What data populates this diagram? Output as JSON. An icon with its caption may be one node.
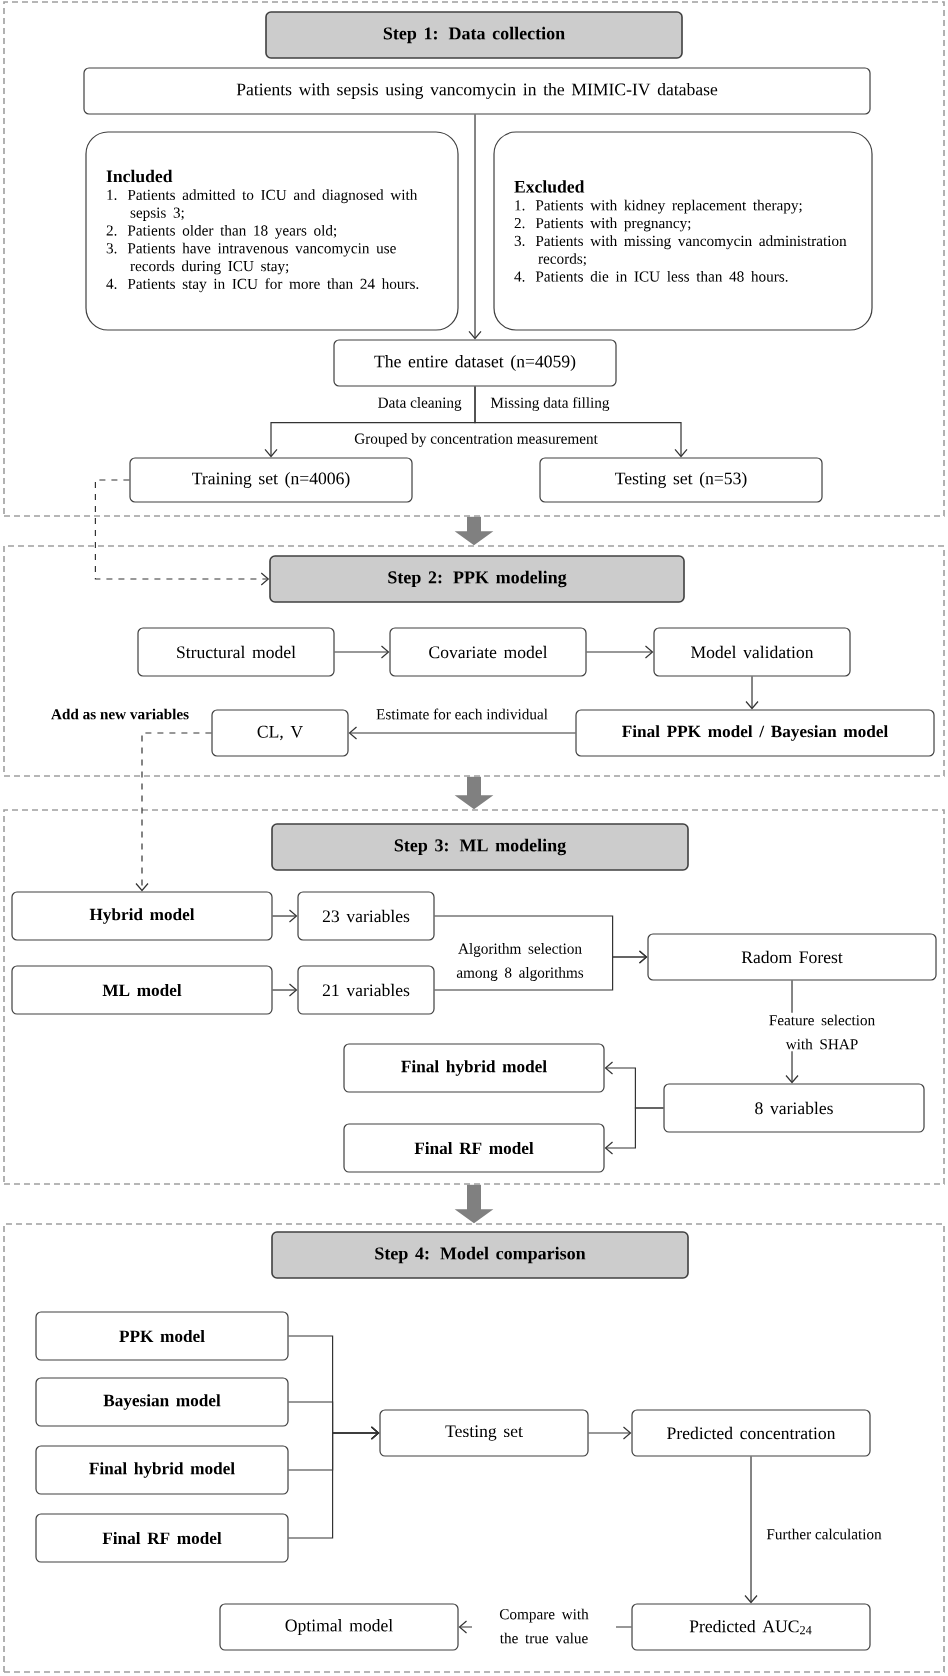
{
  "diagram": {
    "nodes": [
      {
        "text": [],
        "shape": "box"
      },
      {
        "text": [
          "Step 1: Data collection"
        ],
        "in": 0
      },
      {
        "text": [
          "Patients with sepsis using vancomycin in the MIMIC-IV database"
        ],
        "in": 0
      },
      {
        "text": [
          "Included",
          "1. Patients admitted to ICU and diagnosed with sepsis 3;",
          "2. Patients older than 18 years old;",
          "3. Patients have intravenous vancomycin use records during ICU stay;",
          "4. Patients stay in ICU for more than 24 hours."
        ],
        "in": 0
      },
      {
        "text": [
          "Excluded",
          "1. Patients with kidney replacement therapy;",
          "2. Patients with pregnancy;",
          "3. Patients with missing vancomycin administration records;",
          "4. Patients die in ICU less than 48 hours."
        ],
        "in": 0
      },
      {
        "text": [
          "The entire dataset (n=4059)"
        ],
        "in": 0
      },
      {
        "text": [
          "Training set (n=4006)"
        ],
        "in": 0
      },
      {
        "text": [
          "Testing set (n=53)"
        ],
        "in": 0
      },
      {
        "text": [],
        "shape": "box"
      },
      {
        "text": [
          "Step 2: PPK modeling"
        ],
        "in": 8
      },
      {
        "text": [
          "Structural model"
        ],
        "in": 8
      },
      {
        "text": [
          "Covariate model"
        ],
        "in": 8
      },
      {
        "text": [
          "Model validation"
        ],
        "in": 8
      },
      {
        "text": [
          "Final PPK model / Bayesian model"
        ],
        "in": 8
      },
      {
        "text": [
          "CL, V"
        ],
        "in": 8
      },
      {
        "text": [],
        "shape": "box"
      },
      {
        "text": [
          "Step 3: ML modeling"
        ],
        "in": 15
      },
      {
        "text": [
          "Hybrid model"
        ],
        "in": 15
      },
      {
        "text": [
          "23 variables"
        ],
        "in": 15
      },
      {
        "text": [
          "ML model"
        ],
        "in": 15
      },
      {
        "text": [
          "21 variables"
        ],
        "in": 15
      },
      {
        "text": [
          "Radom Forest"
        ],
        "in": 15
      },
      {
        "text": [
          "8 variables"
        ],
        "in": 15
      },
      {
        "text": [
          "Final hybrid model"
        ],
        "in": 15
      },
      {
        "text": [
          "Final RF model"
        ],
        "in": 15
      },
      {
        "text": [],
        "shape": "box"
      },
      {
        "text": [
          "Step 4: Model comparison"
        ],
        "in": 25
      },
      {
        "text": [
          "PPK model"
        ],
        "in": 25
      },
      {
        "text": [
          "Bayesian model"
        ],
        "in": 25
      },
      {
        "text": [
          "Final hybrid model"
        ],
        "in": 25
      },
      {
        "text": [
          "Final RF model"
        ],
        "in": 25
      },
      {
        "text": [
          "Testing set"
        ],
        "in": 25
      },
      {
        "text": [
          "Predicted concentration"
        ],
        "in": 25
      },
      {
        "text": [
          "Predicted AUC$_{24}$"
        ],
        "in": 25
      },
      {
        "text": [
          "Optimal model"
        ],
        "in": 25
      }
    ],
    "edges": [
      {
        "from": 2,
        "to": 5,
        "arrow": "to"
      },
      {
        "from": 5,
        "to": 6,
        "arrow": "to"
      },
      {
        "from": 5,
        "to": 7,
        "arrow": "to"
      },
      {
        "from": 6,
        "to": 9,
        "arrow": "to",
        "style": "dashed"
      },
      {
        "from": 10,
        "to": 11,
        "arrow": "to"
      },
      {
        "from": 11,
        "to": 12,
        "arrow": "to"
      },
      {
        "from": 12,
        "to": 13,
        "arrow": "to"
      },
      {
        "from": 13,
        "to": 14,
        "arrow": "to",
        "label": "Estimate for each individual"
      },
      {
        "from": 14,
        "to": 17,
        "arrow": "to",
        "style": "dashed",
        "label": "Add as new variables"
      },
      {
        "from": 17,
        "to": 18,
        "arrow": "to"
      },
      {
        "from": 19,
        "to": 20,
        "arrow": "to"
      },
      {
        "from": 18,
        "to": 21,
        "arrow": "to",
        "label": "Algorithm selection among 8 algorithms"
      },
      {
        "from": 20,
        "to": 21,
        "arrow": "to"
      },
      {
        "from": 21,
        "to": 22,
        "arrow": "to",
        "label": "Feature selection with SHAP"
      },
      {
        "from": 22,
        "to": 23,
        "arrow": "to"
      },
      {
        "from": 22,
        "to": 24,
        "arrow": "to"
      },
      {
        "from": 27,
        "to": 31,
        "arrow": "to"
      },
      {
        "from": 28,
        "to": 31,
        "arrow": "to"
      },
      {
        "from": 29,
        "to": 31,
        "arrow": "to"
      },
      {
        "from": 30,
        "to": 31,
        "arrow": "to"
      },
      {
        "from": 31,
        "to": 32,
        "arrow": "to"
      },
      {
        "from": 32,
        "to": 33,
        "arrow": "to",
        "label": "Further calculation"
      },
      {
        "from": 33,
        "to": 34,
        "arrow": "to",
        "label": "Compare with the true value"
      },
      {
        "from": 0,
        "to": 8,
        "arrow": "to",
        "style": "thick",
        "color": "#808080"
      },
      {
        "from": 8,
        "to": 15,
        "arrow": "to",
        "style": "thick",
        "color": "#808080"
      },
      {
        "from": 15,
        "to": 25,
        "arrow": "to",
        "style": "thick",
        "color": "#808080"
      }
    ],
    "labels": [
      "Data cleaning",
      "Missing data filling",
      "Grouped by concentration measurement"
    ]
  }
}
